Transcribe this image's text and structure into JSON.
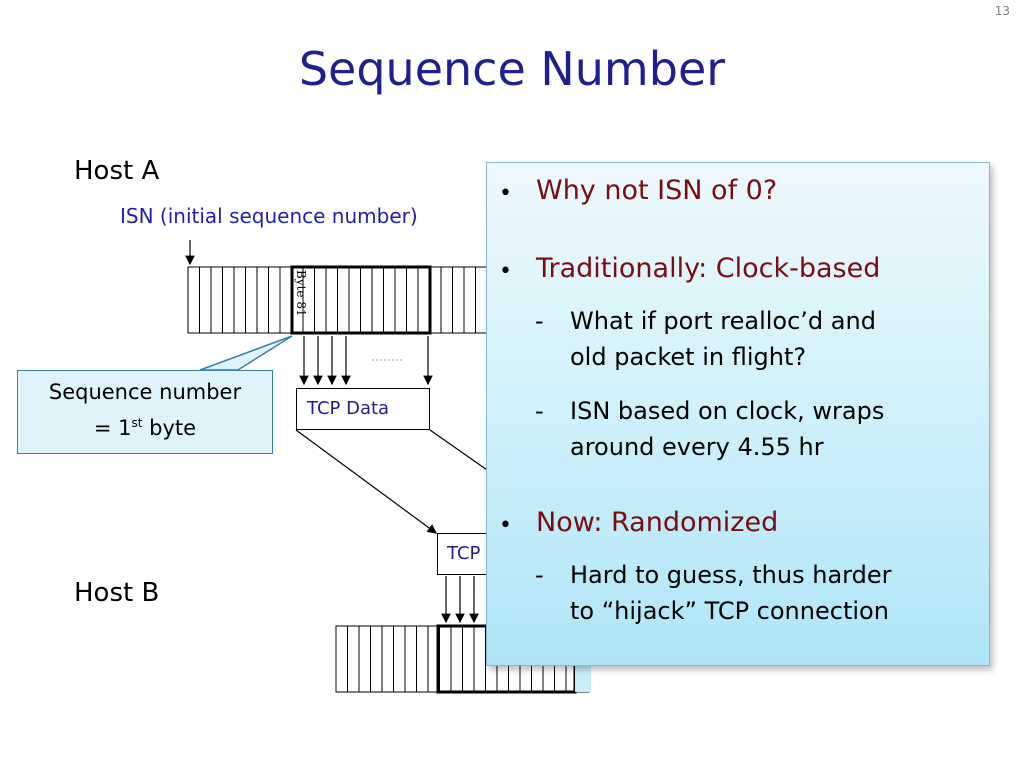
{
  "slide_number": "13",
  "title": "Sequence Number",
  "host_a_label": "Host A",
  "host_b_label": "Host B",
  "isn_label": "ISN (initial sequence number)",
  "byte_label": "Byte 81",
  "callout": {
    "line1": "Sequence number",
    "line2_prefix": "= 1",
    "line2_sup": "st",
    "line2_suffix": " byte"
  },
  "tcp_box_top": "TCP Data",
  "tcp_box_bottom": "TCP Data",
  "panel": {
    "bullet1": "Why not ISN of 0?",
    "bullet2": "Traditionally: Clock-based",
    "bullet2_sub1_line1": "What if port realloc’d and",
    "bullet2_sub1_line2": "old packet in flight?",
    "bullet2_sub2_line1": "ISN based on clock, wraps",
    "bullet2_sub2_line2": "around every 4.55 hr",
    "bullet3": "Now: Randomized",
    "bullet3_sub1_line1": "Hard to guess, thus harder",
    "bullet3_sub1_line2": "to “hijack” TCP connection"
  },
  "colors": {
    "title": "#1f1f8f",
    "bullet_main": "#7a0c14",
    "callout_fill": "#dff3fb",
    "panel_fill": "#c9eef9"
  }
}
